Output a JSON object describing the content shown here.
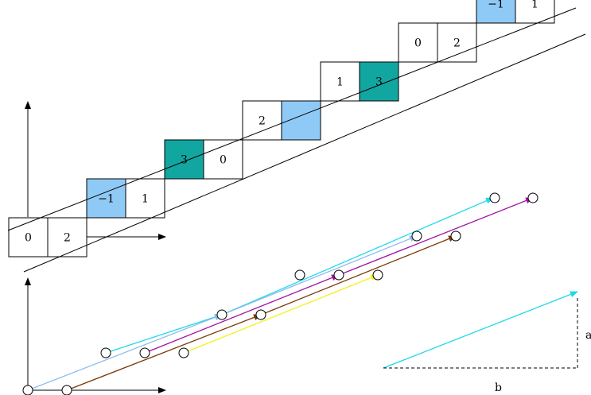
{
  "colors": {
    "stroke": "#000000",
    "light_blue": "#8fcaf6",
    "teal": "#12a6a1",
    "cyan": "#1ed8ec",
    "sky": "#8ebdec",
    "magenta": "#a012a6",
    "brown": "#7a3a08",
    "yellow": "#f2f21e"
  },
  "cells": [
    {
      "label": "0",
      "fill": "none"
    },
    {
      "label": "2",
      "fill": "none"
    },
    {
      "label": "−1",
      "fill": "light_blue"
    },
    {
      "label": "1",
      "fill": "none"
    },
    {
      "label": "3",
      "fill": "teal"
    },
    {
      "label": "0",
      "fill": "none"
    },
    {
      "label": "2",
      "fill": "none"
    },
    {
      "label": "",
      "fill": "light_blue"
    },
    {
      "label": "1",
      "fill": "none"
    },
    {
      "label": "3",
      "fill": "teal"
    },
    {
      "label": "0",
      "fill": "none"
    },
    {
      "label": "2",
      "fill": "none"
    },
    {
      "label": "−1",
      "fill": "light_blue"
    },
    {
      "label": "1",
      "fill": "none"
    }
  ],
  "arrows": [
    {
      "color": "cyan"
    },
    {
      "color": "cyan"
    },
    {
      "color": "sky"
    },
    {
      "color": "sky"
    },
    {
      "color": "magenta"
    },
    {
      "color": "magenta"
    },
    {
      "color": "brown"
    },
    {
      "color": "brown"
    },
    {
      "color": "yellow"
    }
  ],
  "legend": {
    "a_label": "a",
    "b_label": "b",
    "arrow_color": "cyan"
  }
}
